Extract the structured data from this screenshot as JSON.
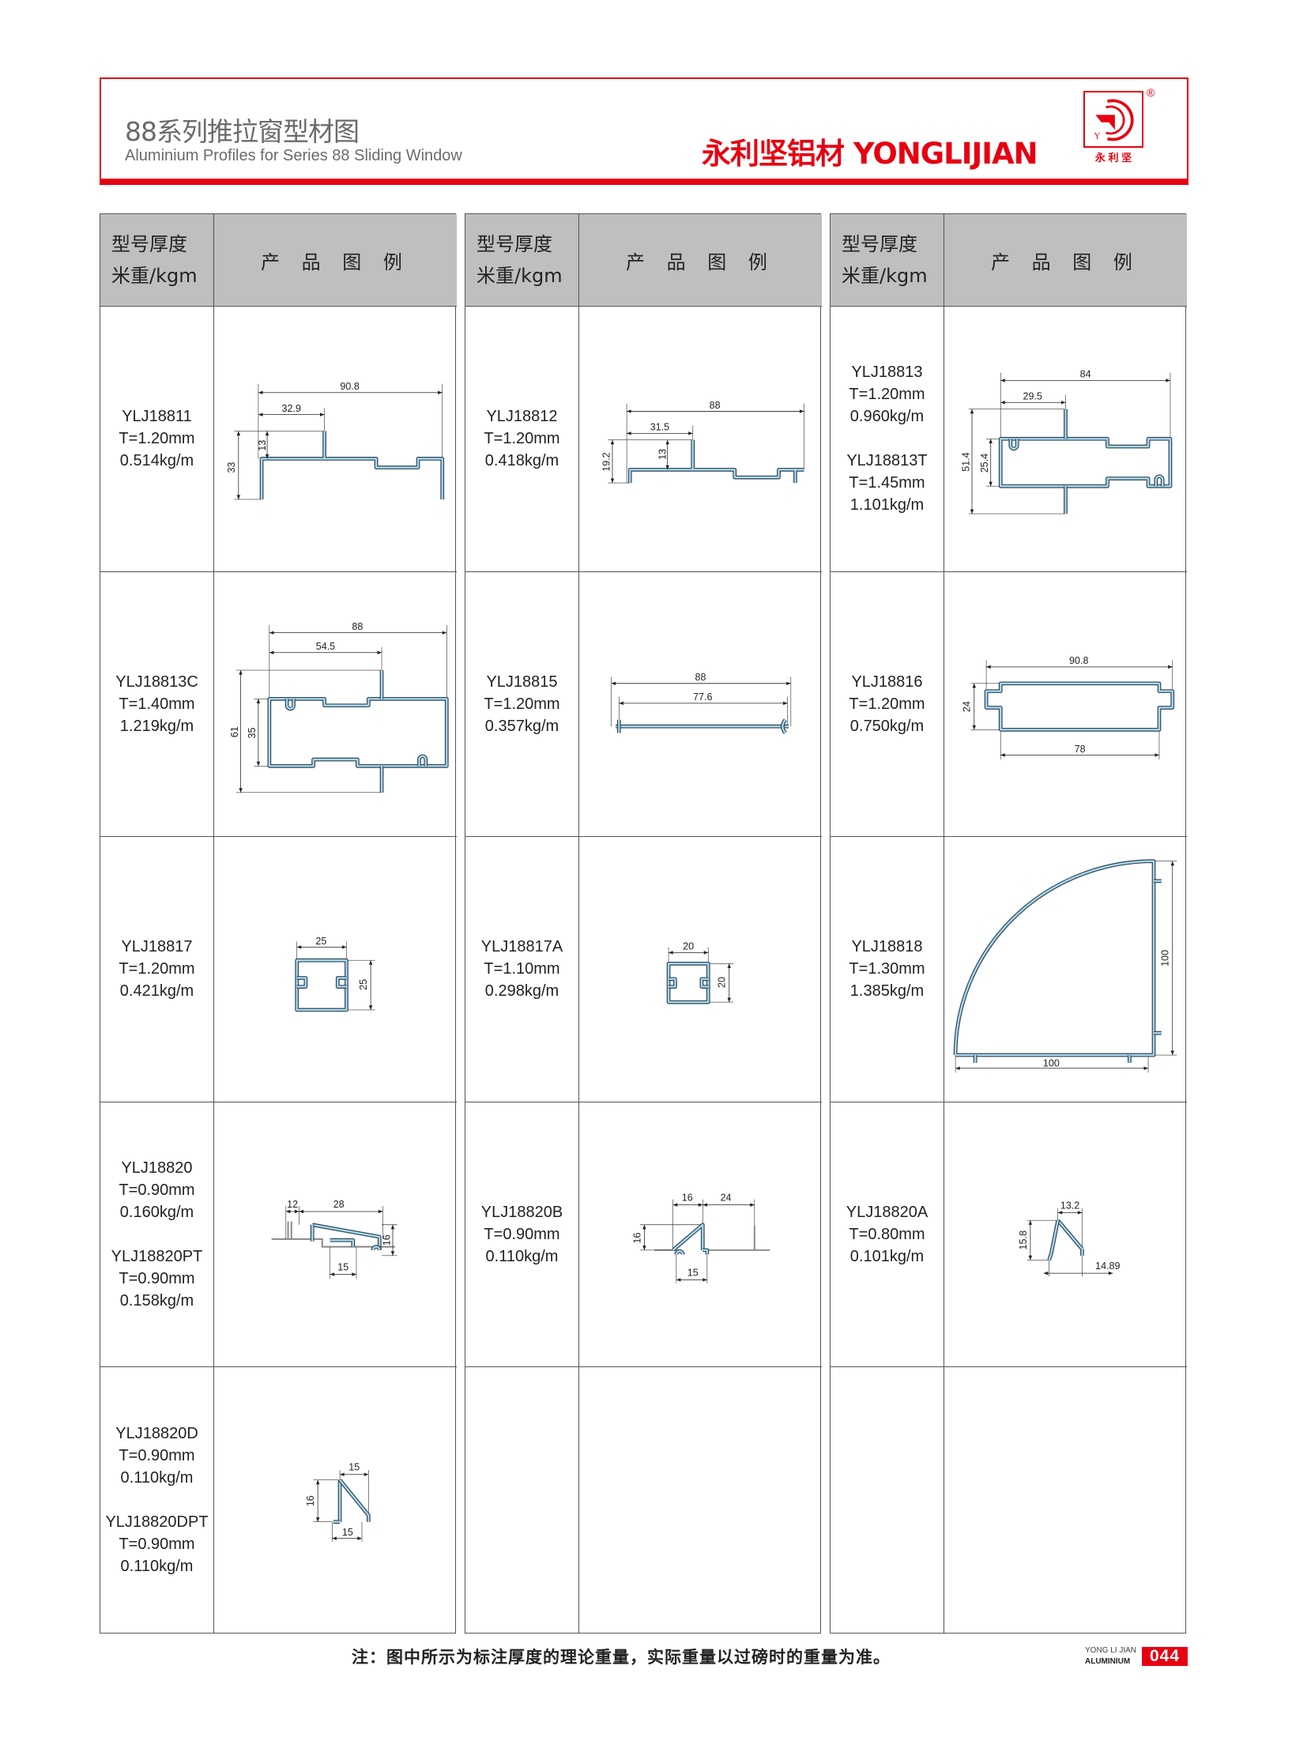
{
  "header": {
    "title_cn": "88系列推拉窗型材图",
    "title_en": "Aluminium Profiles for Series 88 Sliding Window",
    "brand": "永利坚铝材 YONGLIJIAN",
    "logo_text": "永 利 坚",
    "registered": "®"
  },
  "table": {
    "col1_line1": "型号厚度",
    "col1_line2": "米重/kgm",
    "col2": "产 品 图 例"
  },
  "cells": [
    {
      "lines": [
        "YLJ18811",
        "T=1.20mm",
        "0.514kg/m"
      ],
      "dims": [
        "90.8",
        "32.9",
        "33",
        "13"
      ]
    },
    {
      "lines": [
        "YLJ18812",
        "T=1.20mm",
        "0.418kg/m"
      ],
      "dims": [
        "88",
        "31.5",
        "19.2",
        "13"
      ]
    },
    {
      "lines": [
        "YLJ18813",
        "T=1.20mm",
        "0.960kg/m",
        "",
        "YLJ18813T",
        "T=1.45mm",
        "1.101kg/m"
      ],
      "dims": [
        "84",
        "29.5",
        "51.4",
        "25.4"
      ]
    },
    {
      "lines": [
        "YLJ18813C",
        "T=1.40mm",
        "1.219kg/m"
      ],
      "dims": [
        "88",
        "54.5",
        "61",
        "35"
      ]
    },
    {
      "lines": [
        "YLJ18815",
        "T=1.20mm",
        "0.357kg/m"
      ],
      "dims": [
        "88",
        "77.6"
      ]
    },
    {
      "lines": [
        "YLJ18816",
        "T=1.20mm",
        "0.750kg/m"
      ],
      "dims": [
        "90.8",
        "78",
        "24"
      ]
    },
    {
      "lines": [
        "YLJ18817",
        "T=1.20mm",
        "0.421kg/m"
      ],
      "dims": [
        "25",
        "25"
      ]
    },
    {
      "lines": [
        "YLJ18817A",
        "T=1.10mm",
        "0.298kg/m"
      ],
      "dims": [
        "20",
        "20"
      ]
    },
    {
      "lines": [
        "YLJ18818",
        "T=1.30mm",
        "1.385kg/m"
      ],
      "dims": [
        "100",
        "100"
      ]
    },
    {
      "lines": [
        "YLJ18820",
        "T=0.90mm",
        "0.160kg/m",
        "",
        "YLJ18820PT",
        "T=0.90mm",
        "0.158kg/m"
      ],
      "dims": [
        "12",
        "28",
        "15",
        "16"
      ]
    },
    {
      "lines": [
        "YLJ18820B",
        "T=0.90mm",
        "0.110kg/m"
      ],
      "dims": [
        "16",
        "24",
        "16",
        "15"
      ]
    },
    {
      "lines": [
        "YLJ18820A",
        "T=0.80mm",
        "0.101kg/m"
      ],
      "dims": [
        "13.2",
        "15.8",
        "14.89"
      ]
    },
    {
      "lines": [
        "YLJ18820D",
        "T=0.90mm",
        "0.110kg/m",
        "",
        "YLJ18820DPT",
        "T=0.90mm",
        "0.110kg/m"
      ],
      "dims": [
        "15",
        "16",
        "15"
      ]
    },
    {
      "lines": [],
      "dims": []
    },
    {
      "lines": [],
      "dims": []
    }
  ],
  "footer": {
    "note": "注：图中所示为标注厚度的理论重量，实际重量以过磅时的重量为准。",
    "brand_line1": "YONG LI JIAN",
    "brand_line2": "ALUMINIUM",
    "page": "044"
  },
  "colors": {
    "brand_red": "#e60012",
    "header_gray": "#bfbfbf",
    "profile_blue": "#a9d7ec"
  }
}
